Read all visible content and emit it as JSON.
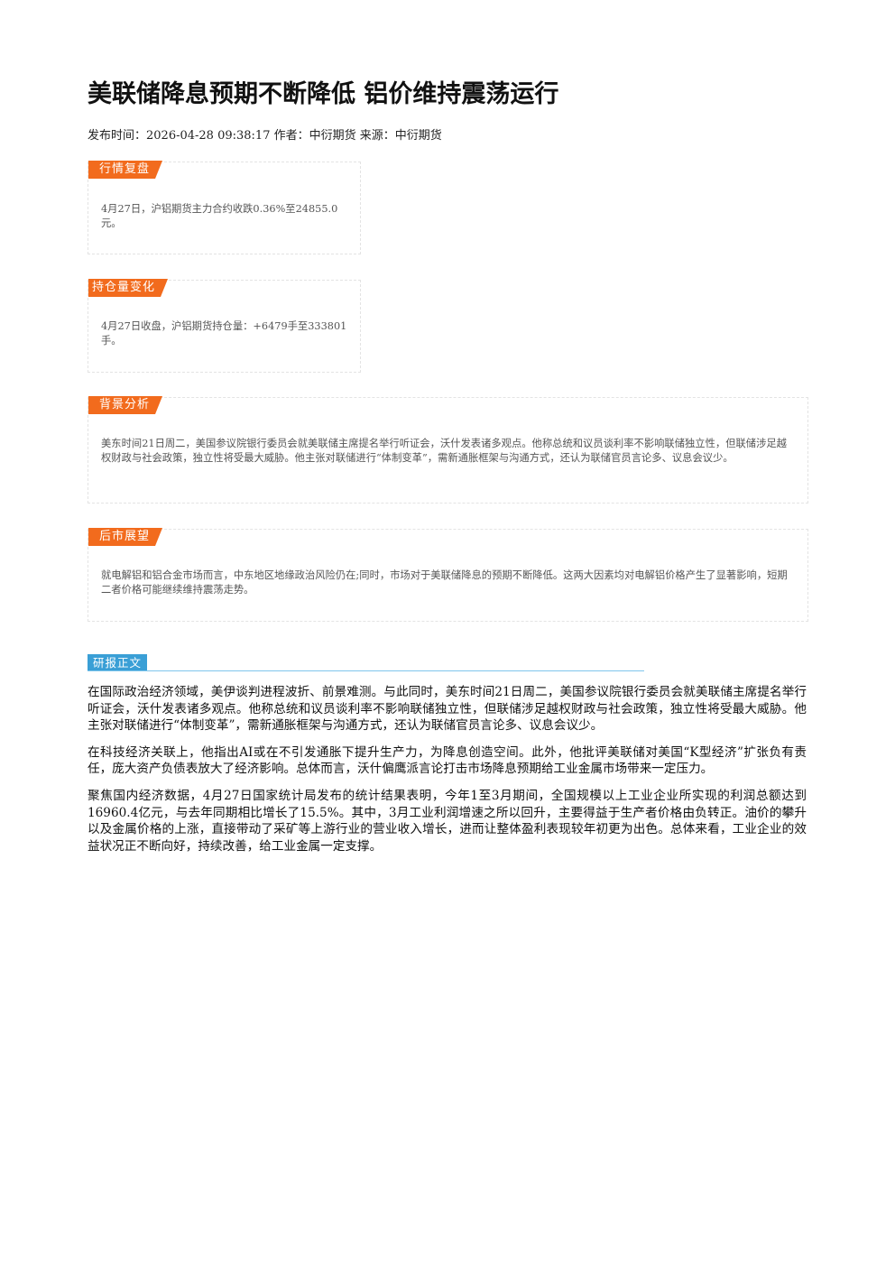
{
  "article": {
    "title": "美联储降息预期不断降低 铝价维持震荡运行",
    "meta": "发布时间：2026-04-28 09:38:17 作者：中衍期货 来源：中衍期货"
  },
  "sections": [
    {
      "tag": "行情复盘",
      "text": "4月27日，沪铝期货主力合约收跌0.36%至24855.0元。"
    },
    {
      "tag": "持仓量变化",
      "text": "4月27日收盘，沪铝期货持仓量：+6479手至333801手。"
    },
    {
      "tag": "背景分析",
      "text": "美东时间21日周二，美国参议院银行委员会就美联储主席提名举行听证会，沃什发表诸多观点。他称总统和议员谈利率不影响联储独立性，但联储涉足越权财政与社会政策，独立性将受最大威胁。他主张对联储进行“体制变革”，需新通胀框架与沟通方式，还认为联储官员言论多、议息会议少。"
    },
    {
      "tag": "后市展望",
      "text": "就电解铝和铝合金市场而言，中东地区地缘政治风险仍在;同时，市场对于美联储降息的预期不断降低。这两大因素均对电解铝价格产生了显著影响，短期二者价格可能继续维持震荡走势。"
    }
  ],
  "report": {
    "tag": "研报正文",
    "paragraphs": [
      "在国际政治经济领域，美伊谈判进程波折、前景难测。与此同时，美东时间21日周二，美国参议院银行委员会就美联储主席提名举行听证会，沃什发表诸多观点。他称总统和议员谈利率不影响联储独立性，但联储涉足越权财政与社会政策，独立性将受最大威胁。他主张对联储进行“体制变革”，需新通胀框架与沟通方式，还认为联储官员言论多、议息会议少。",
      "在科技经济关联上，他指出AI或在不引发通胀下提升生产力，为降息创造空间。此外，他批评美联储对美国“K型经济”扩张负有责任，庞大资产负债表放大了经济影响。总体而言，沃什偏鹰派言论打击市场降息预期给工业金属市场带来一定压力。",
      "聚焦国内经济数据，4月27日国家统计局发布的统计结果表明，今年1至3月期间，全国规模以上工业企业所实现的利润总额达到16960.4亿元，与去年同期相比增长了15.5%。其中，3月工业利润增速之所以回升，主要得益于生产者价格由负转正。油价的攀升以及金属价格的上涨，直接带动了采矿等上游行业的营业收入增长，进而让整体盈利表现较年初更为出色。总体来看，工业企业的效益状况正不断向好，持续改善，给工业金属一定支撑。"
    ]
  }
}
